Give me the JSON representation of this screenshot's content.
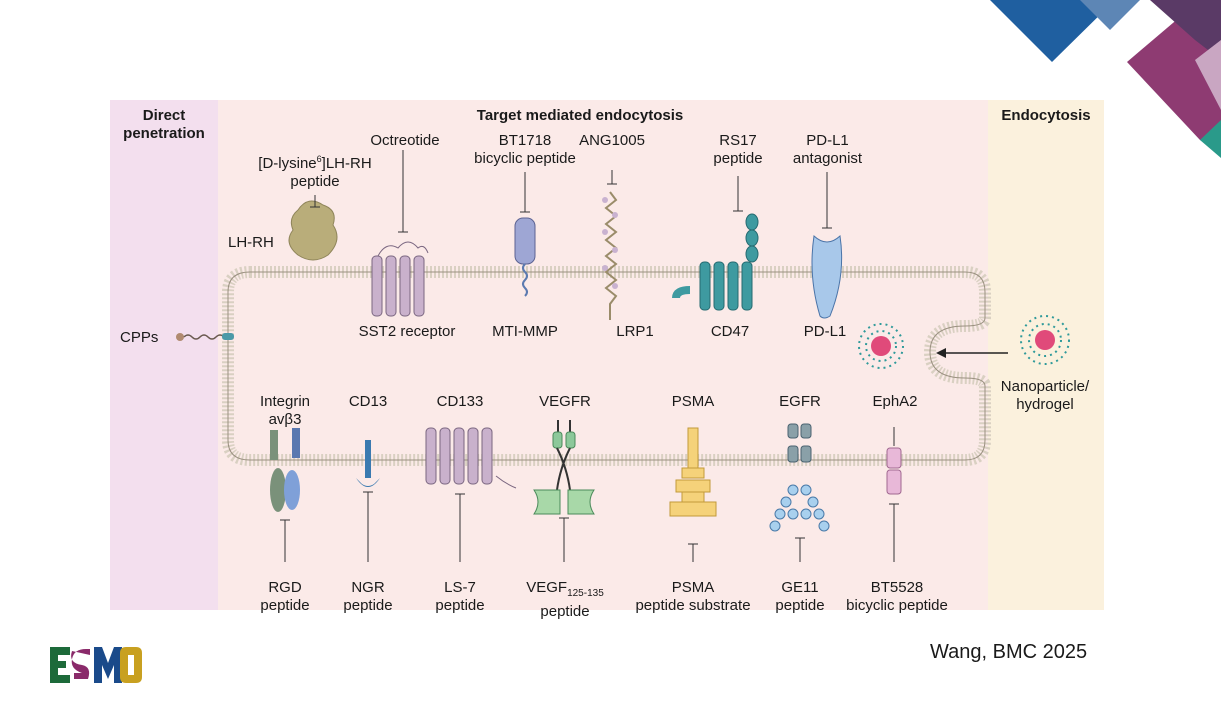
{
  "headers": {
    "direct": "Direct penetration",
    "target": "Target mediated endocytosis",
    "endocytosis": "Endocytosis"
  },
  "top_labels": {
    "lhrh_peptide_a": "[D-lysine",
    "lhrh_peptide_sup": "6",
    "lhrh_peptide_b": "]LH-RH",
    "lhrh_peptide_c": "peptide",
    "lhrh": "LH-RH",
    "octreotide": "Octreotide",
    "bt1718_a": "BT1718",
    "bt1718_b": "bicyclic peptide",
    "ang1005": "ANG1005",
    "rs17_a": "RS17",
    "rs17_b": "peptide",
    "pdl1_ant_a": "PD-L1",
    "pdl1_ant_b": "antagonist",
    "sst2": "SST2 receptor",
    "mti_mmp": "MTI-MMP",
    "lrp1": "LRP1",
    "cd47": "CD47",
    "pdl1": "PD-L1",
    "cpps": "CPPs",
    "nano_a": "Nanoparticle/",
    "nano_b": "hydrogel"
  },
  "bottom_labels": {
    "integrin_a": "Integrin",
    "integrin_b": "avβ3",
    "cd13": "CD13",
    "cd133": "CD133",
    "vegfr": "VEGFR",
    "psma": "PSMA",
    "egfr": "EGFR",
    "epha2": "EphA2",
    "rgd_a": "RGD",
    "rgd_b": "peptide",
    "ngr_a": "NGR",
    "ngr_b": "peptide",
    "ls7_a": "LS-7",
    "ls7_b": "peptide",
    "vegf_a": "VEGF",
    "vegf_sub": "125-135",
    "vegf_b": "peptide",
    "psma_pep_a": "PSMA",
    "psma_pep_b": "peptide substrate",
    "ge11_a": "GE11",
    "ge11_b": "peptide",
    "bt5528_a": "BT5528",
    "bt5528_b": "bicyclic peptide"
  },
  "credit": "Wang, BMC 2025",
  "logo": {
    "text_a": "ES",
    "text_b": "MO"
  },
  "colors": {
    "direct_bg": "#f3dfee",
    "target_bg": "#fbe8e6",
    "endo_bg": "#fbf0dc",
    "membrane": "#e6dfd2",
    "corner_blue": "#1f5fa0",
    "corner_purple": "#8e3b72",
    "corner_teal": "#2a9a8a"
  }
}
